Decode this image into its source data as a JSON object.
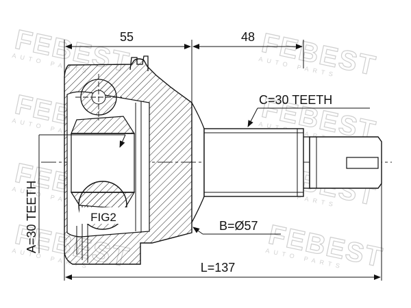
{
  "watermark": {
    "brand": "FEBEST",
    "sub": "AUTO PARTS"
  },
  "dimensions": {
    "left_length": "55",
    "right_length": "48",
    "total_length": "L=137",
    "outer_teeth": "C=30 TEETH",
    "diameter": "B=Ø57",
    "inner_teeth": "A=30 TEETH"
  },
  "figure_label": "FIG2"
}
